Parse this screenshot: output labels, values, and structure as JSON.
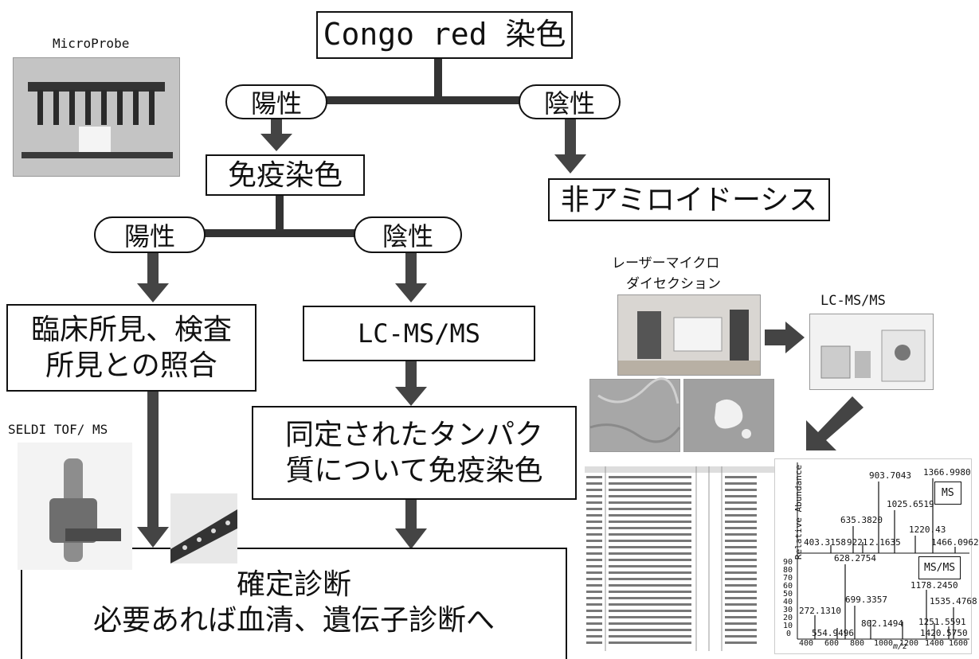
{
  "flow": {
    "top": "Congo red 染色",
    "pos1": "陽性",
    "neg1": "陰性",
    "ihc": "免疫染色",
    "non_amyloid": "非アミロイドーシス",
    "pos2": "陽性",
    "neg2": "陰性",
    "clinical": [
      "臨床所見、検査",
      "所見との照合"
    ],
    "lcms": "LC-MS/MS",
    "identified": [
      "同定されたタンパク",
      "質について免疫染色"
    ],
    "final": [
      "確定診断",
      "必要あれば血清、遺伝子診断へ"
    ]
  },
  "photos": {
    "microprobe_label": "MicroProbe",
    "seldi_label": "SELDI TOF/ MS",
    "lmd_label": [
      "レーザーマイクロ",
      "ダイセクション"
    ],
    "lcms_label": "LC-MS/MS"
  },
  "spectrum": {
    "ms_tag": "MS",
    "msms_tag": "MS/MS",
    "ylabel_top": "Relative Abundance",
    "xlabel": "m/z",
    "x_ticks": [
      "400",
      "600",
      "800",
      "1000",
      "1200",
      "1400",
      "1600"
    ],
    "y_ticks": [
      "90",
      "80",
      "70",
      "60",
      "50",
      "40",
      "30",
      "20",
      "10",
      "0"
    ],
    "peaks_top": [
      "903.7043",
      "1366.9980",
      "1025.6519",
      "635.3820",
      "1220.43",
      "403.3158",
      "9221",
      "2.1635",
      "1466.0962"
    ],
    "peaks_bottom": [
      "628.2754",
      "1178.2450",
      "699.3357",
      "1535.4768",
      "272.1310",
      "802.1494",
      "1251.5591",
      "554.9496",
      "1420.5750"
    ]
  }
}
